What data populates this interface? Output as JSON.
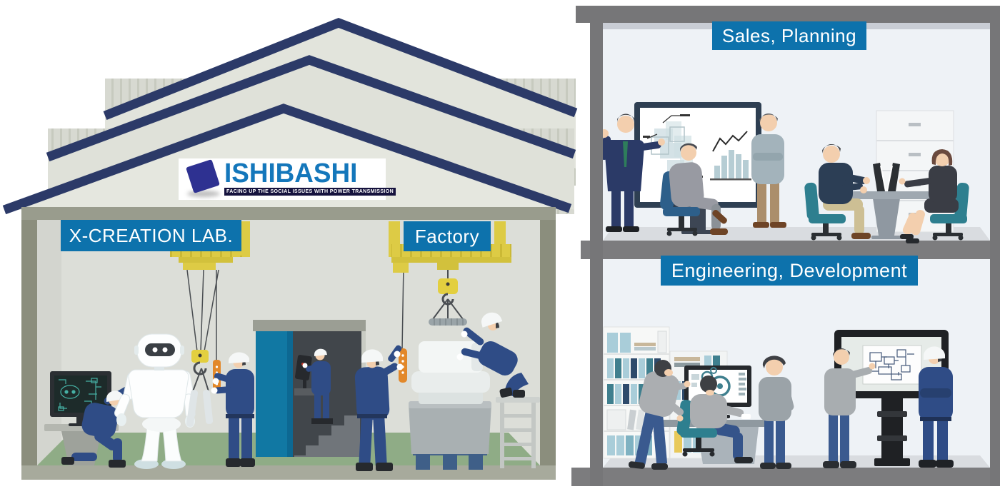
{
  "company": {
    "brand": "ISHIBASHI",
    "tagline": "FACING UP THE SOCIAL ISSUES WITH POWER TRANSMISSION"
  },
  "factory_building": {
    "areas": [
      {
        "id": "x-creation-lab",
        "label": "X-CREATION LAB."
      },
      {
        "id": "factory",
        "label": "Factory"
      }
    ]
  },
  "office_building": {
    "floors": [
      {
        "id": "sales-planning",
        "label": "Sales, Planning"
      },
      {
        "id": "engineering-development",
        "label": "Engineering, Development"
      }
    ]
  },
  "colors": {
    "label_blue": "#0d72ac",
    "roof_navy": "#2c3a68",
    "roof_panel": "#e2e4dc",
    "logo_blue": "#1477bb",
    "logo_diamond_navy": "#2e3191",
    "logo_tagline_bg": "#15123d",
    "crane_yellow": "#ddcb45",
    "pendant_orange": "#e2882a",
    "door_teal": "#1178a3",
    "uniform_navy": "#2f4c86",
    "floor_green": "#8fac86",
    "frame_gray": "#767678",
    "office_interior": "#eef2f6",
    "chair_teal": "#2e7f8f",
    "chair_blue": "#2d5f8a"
  }
}
